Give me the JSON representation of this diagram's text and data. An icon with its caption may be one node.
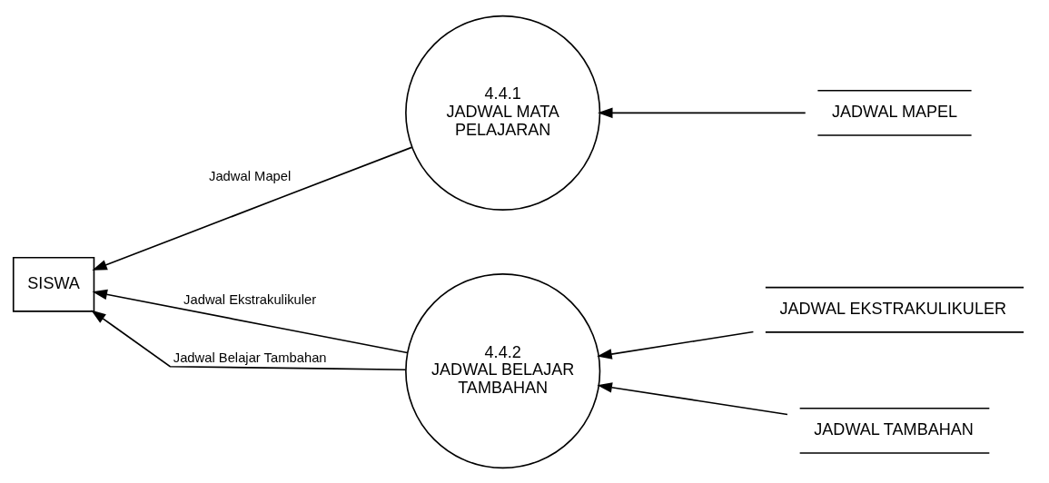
{
  "diagram": {
    "nodes": [
      {
        "text": [
          "SISWA"
        ]
      },
      {
        "text": [
          "4.4.1",
          "JADWAL MATA PELAJARAN"
        ]
      },
      {
        "text": [
          "JADWAL MAPEL"
        ]
      },
      {
        "text": [
          "4.4.2",
          "JADWAL BELAJAR TAMBAHAN"
        ]
      },
      {
        "text": [
          "JADWAL EKSTRAKULIKULER"
        ]
      },
      {
        "text": [
          "JADWAL TAMBAHAN"
        ]
      }
    ],
    "edges": [
      {
        "from": 2,
        "to": 1,
        "arrow": "to"
      },
      {
        "from": 1,
        "to": 0,
        "arrow": "to",
        "label": "Jadwal Mapel"
      },
      {
        "from": 4,
        "to": 3,
        "arrow": "to"
      },
      {
        "from": 5,
        "to": 3,
        "arrow": "to"
      },
      {
        "from": 3,
        "to": 0,
        "arrow": "to",
        "label": "Jadwal Ekstrakulikuler"
      },
      {
        "from": 3,
        "to": 0,
        "arrow": "to",
        "label": "Jadwal Belajar Tambahan"
      }
    ]
  }
}
